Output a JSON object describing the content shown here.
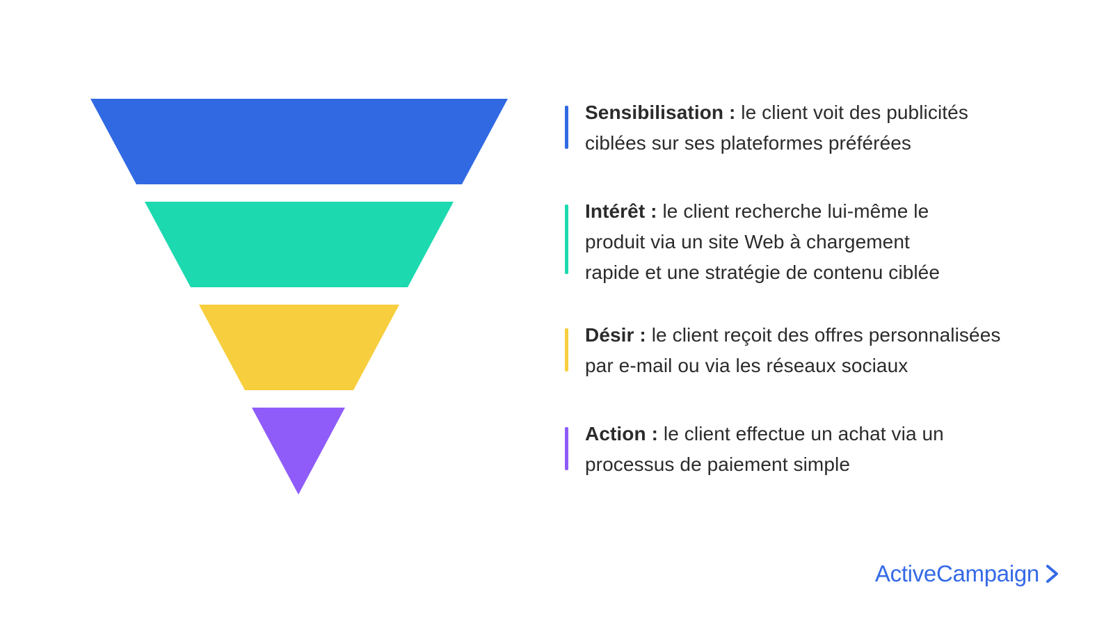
{
  "stages": [
    {
      "name": "Sensibilisation",
      "separator": " : ",
      "line1_rest": "le client voit des publicités",
      "line2": "ciblées sur ses plateformes préférées",
      "line3": "",
      "color": "#3169e3"
    },
    {
      "name": "Intérêt",
      "separator": " : ",
      "line1_rest": "le client recherche lui-même le",
      "line2": "produit via un site Web à chargement",
      "line3": "rapide et une stratégie de contenu ciblée",
      "color": "#1dd9af"
    },
    {
      "name": "Désir",
      "separator": " : ",
      "line1_rest": "le client reçoit des offres personnalisées",
      "line2": "par e-mail ou via les réseaux sociaux",
      "line3": "",
      "color": "#f7ce3d"
    },
    {
      "name": "Action",
      "separator": " : ",
      "line1_rest": "le client effectue un achat via un",
      "line2": "processus de paiement simple",
      "line3": "",
      "color": "#8f5cfa"
    }
  ],
  "brand": {
    "name": "ActiveCampaign",
    "icon": "chevron-right-icon",
    "color": "#356ae6"
  }
}
